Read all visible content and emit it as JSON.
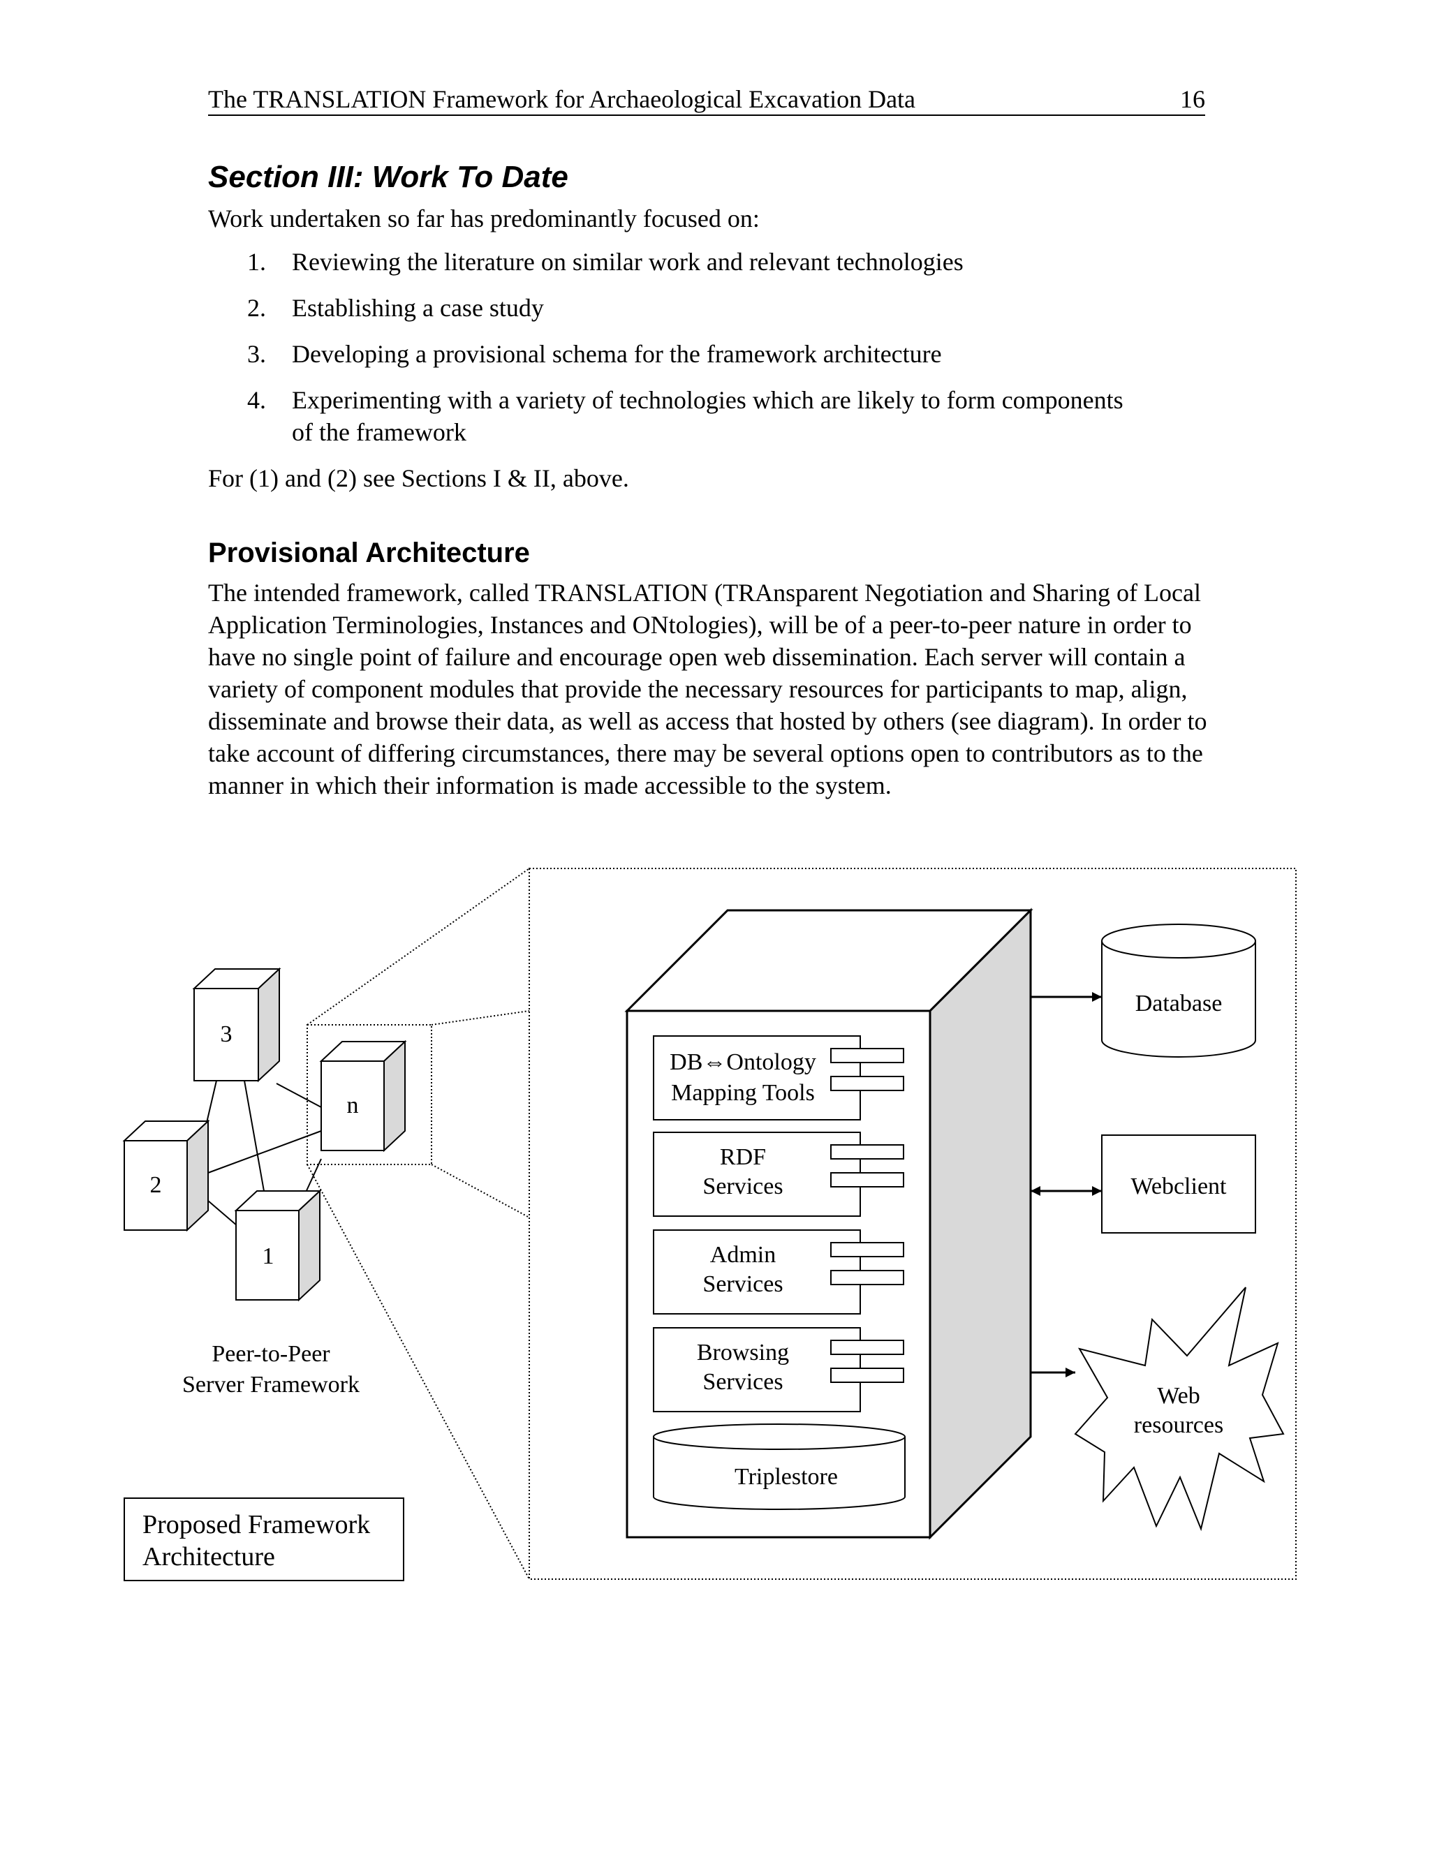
{
  "header": {
    "title": "The TRANSLATION Framework for Archaeological Excavation Data",
    "page_number": "16"
  },
  "section": {
    "title": "Section III: Work To Date",
    "intro": "Work undertaken so far has predominantly focused on:",
    "items": [
      {
        "num": "1.",
        "text": "Reviewing the literature on similar work and relevant technologies"
      },
      {
        "num": "2.",
        "text": "Establishing a case study"
      },
      {
        "num": "3.",
        "text": "Developing a provisional schema for the framework architecture"
      },
      {
        "num": "4.",
        "text": "Experimenting with a variety of technologies which are likely to form components of the framework"
      }
    ],
    "note": "For (1) and (2) see Sections I & II, above."
  },
  "provisional": {
    "heading": "Provisional Architecture",
    "body": "The intended framework, called TRANSLATION (TRAnsparent Negotiation and Sharing of Local Application Terminologies, Instances and ONtologies), will be of a peer-to-peer nature in order to have no single point of failure and encourage open web dissemination. Each server will contain a variety of component modules that provide the necessary resources for participants to map, align, disseminate and browse their data, as well as access that hosted by others (see diagram). In order to take account of differing circumstances, there may be several options open to contributors as to the manner in which their information is made accessible to the system."
  },
  "diagram": {
    "nodes": [
      "3",
      "n",
      "2",
      "1"
    ],
    "p2p_caption": [
      "Peer-to-Peer",
      "Server Framework"
    ],
    "caption_box": [
      "Proposed Framework",
      "Architecture"
    ],
    "modules": [
      {
        "lines": [
          "DB⇔Ontology",
          "Mapping Tools"
        ]
      },
      {
        "lines": [
          "RDF",
          "Services"
        ]
      },
      {
        "lines": [
          "Admin",
          "Services"
        ]
      },
      {
        "lines": [
          "Browsing",
          "Services"
        ]
      }
    ],
    "triplestore": "Triplestore",
    "database": "Database",
    "webclient": "Webclient",
    "web_resources": [
      "Web",
      "resources"
    ]
  }
}
